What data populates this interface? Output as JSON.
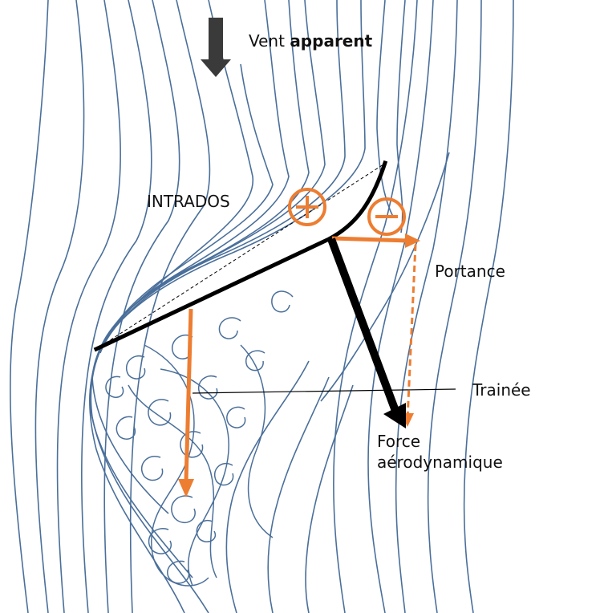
{
  "labels": {
    "wind_prefix": "Vent",
    "wind_bold": "apparent",
    "intrados": "INTRADOS",
    "lift": "Portance",
    "drag": "Trainée",
    "force_line1": "Force",
    "force_line2": "aérodynamique",
    "plus_sign": "+",
    "minus_sign": "−"
  },
  "colors": {
    "streamline": "#4a6f9a",
    "force_orange": "#ed7d31",
    "sail_black": "#000000",
    "wind_arrow": "#3a3a3a"
  }
}
